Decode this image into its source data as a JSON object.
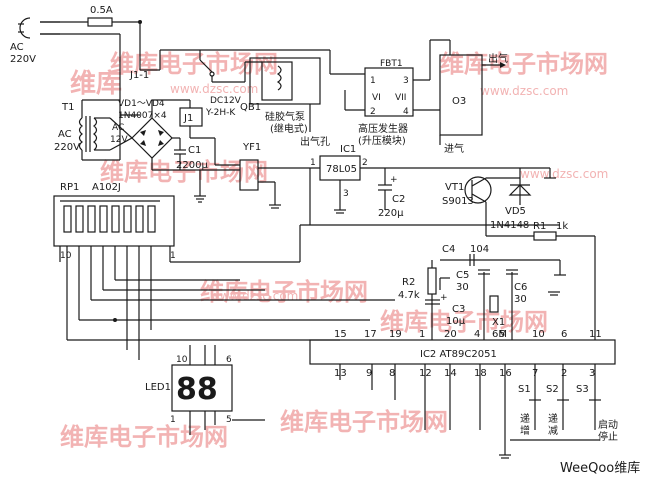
{
  "ac_in": {
    "label1": "AC",
    "label2": "220V"
  },
  "fuse": {
    "label": "0.5A"
  },
  "relay_contact": {
    "label": "J1-1"
  },
  "pump": {
    "ref": "QB1",
    "name1": "硅胶气泵",
    "name2": "(继电式)",
    "outlet": "出气孔"
  },
  "fbt": {
    "ref": "FBT1",
    "p1": "1",
    "p2": "2",
    "p3": "3",
    "p4": "4",
    "vi": "VI",
    "vii": "VII",
    "name1": "高压发生器",
    "name2": "(升压模块)"
  },
  "o3": {
    "label": "O3",
    "out": "出气",
    "in": "进气"
  },
  "transformer": {
    "ref": "T1",
    "ac": "AC",
    "v": "220V"
  },
  "bridge": {
    "ref": "VD1～VD4",
    "part": "1N4007×4",
    "ac": "AC",
    "v": "12V"
  },
  "relay": {
    "ref": "J1",
    "model1": "DC12V",
    "model2": "Y-2H-K"
  },
  "cap1": {
    "ref": "C1",
    "val": "2200μ"
  },
  "yf1": {
    "ref": "YF1"
  },
  "ic1": {
    "ref": "IC1",
    "name": "78L05",
    "p1": "1",
    "p2": "2",
    "p3": "3"
  },
  "cap2": {
    "ref": "C2",
    "val": "220μ"
  },
  "vt1": {
    "ref": "VT1",
    "part": "S9013"
  },
  "vd5": {
    "ref": "VD5",
    "part": "1N4148"
  },
  "r1": {
    "ref": "R1",
    "val": "1k"
  },
  "rp1": {
    "ref": "RP1",
    "part": "A102J",
    "pin": "10",
    "pin1": "1"
  },
  "c4": {
    "ref": "C4",
    "val": "104"
  },
  "c5": {
    "ref": "C5",
    "val": "30"
  },
  "c6": {
    "ref": "C6",
    "val": "30"
  },
  "r2": {
    "ref": "R2",
    "val": "4.7k"
  },
  "c3": {
    "ref": "C3",
    "val": "10μ"
  },
  "x1": {
    "ref": "X1",
    "val": "6M"
  },
  "ic2": {
    "ref": "IC2 AT89C2051",
    "top": [
      "15",
      "17",
      "19",
      "1",
      "20",
      "4",
      "5",
      "10",
      "6",
      "11"
    ],
    "bot": [
      "13",
      "9",
      "8",
      "12",
      "14",
      "18",
      "16",
      "7",
      "2",
      "3"
    ]
  },
  "led": {
    "ref": "LED1",
    "digits": "88",
    "p10": "10",
    "p6": "6",
    "p1": "1",
    "p5": "5"
  },
  "buttons": [
    {
      "ref": "S1",
      "l1": "递",
      "l2": "增"
    },
    {
      "ref": "S2",
      "l1": "递",
      "l2": "减"
    },
    {
      "ref": "S3",
      "l1": "启动",
      "l2": "停止"
    }
  ],
  "watermark": {
    "brand": "维库电子市场网",
    "url": "www.dzsc.com",
    "short": "维库",
    "footer": "WeeQoo维库"
  }
}
